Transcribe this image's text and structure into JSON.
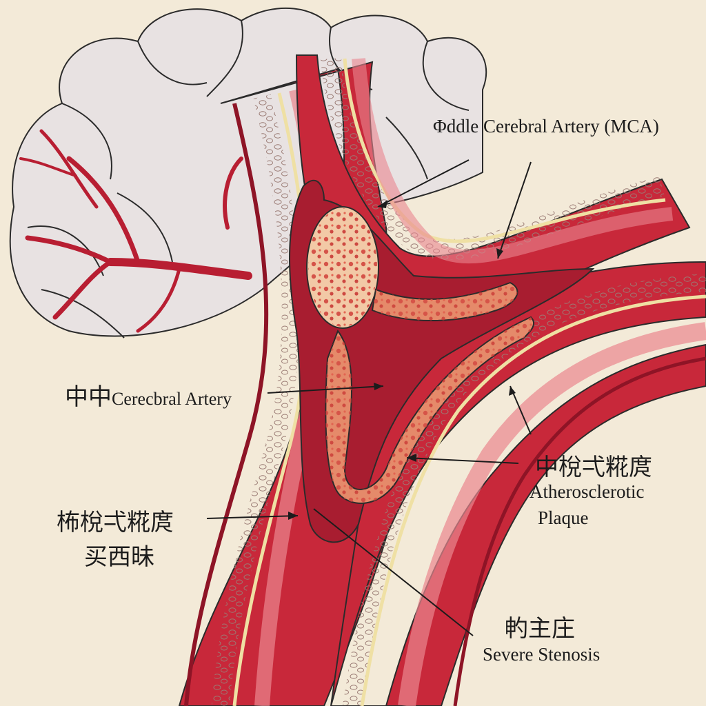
{
  "labels": {
    "mca_top": "Φddle Cerebral Artery (MCA)",
    "left_mid_cn": "中中",
    "left_mid_en": "Cerecbral Artery",
    "plaque_cn": "中梲弌糀庹",
    "plaque_en_1": "Atherosclerotic",
    "plaque_en_2": "Plaque",
    "lower_left_cn_1": "柨梲弌糀庹",
    "lower_left_cn_2": "买西昧",
    "stenosis_cn": "畃主庄",
    "stenosis_en": "Severe Stenosis"
  },
  "colors": {
    "background": "#f3ead8",
    "artery_red": "#c8283a",
    "artery_dark": "#8e1426",
    "artery_light": "#e9868f",
    "adventitia": "#ead7c8",
    "intima_yellow": "#efe0a4",
    "plaque": "#e58a6a",
    "plaque_core": "#f2c9a6",
    "brain_tissue": "#e8e2e2",
    "ink": "#1c1c1c"
  }
}
